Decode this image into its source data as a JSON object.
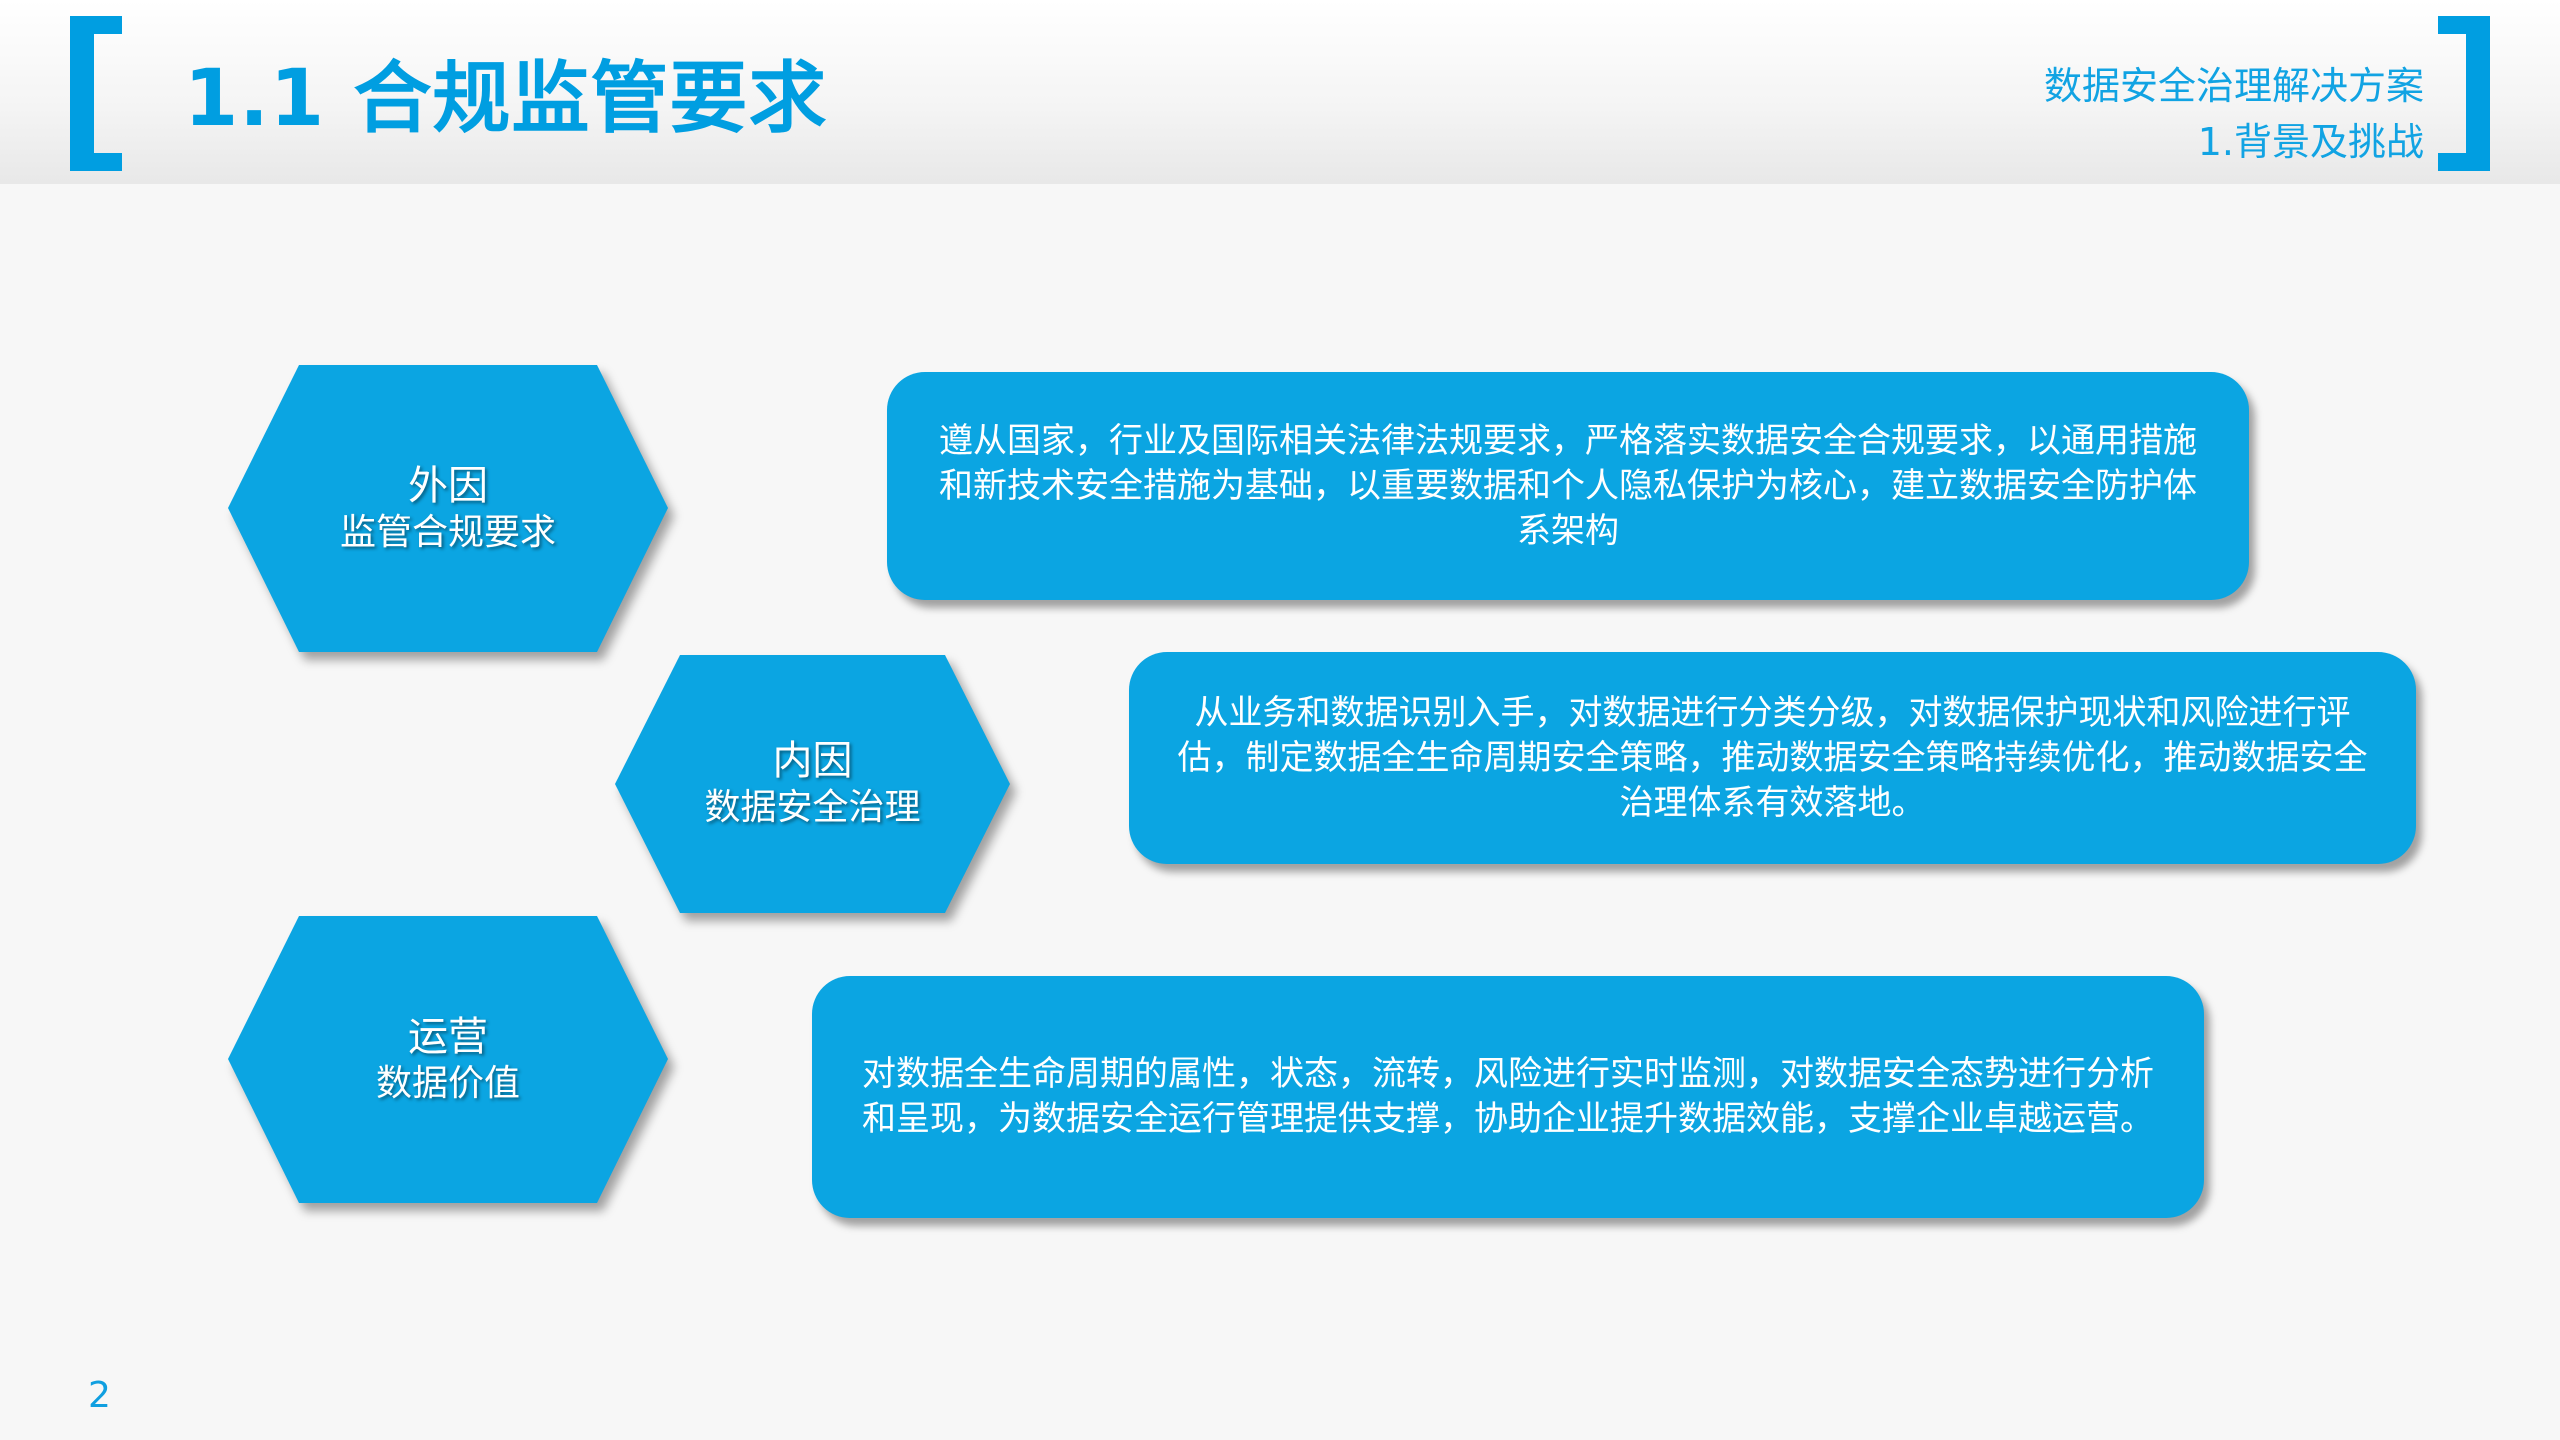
{
  "header": {
    "title": "1.1 合规监管要求",
    "subtitle_line1": "数据安全治理解决方案",
    "subtitle_line2": "1.背景及挑战"
  },
  "items": [
    {
      "label": "外因",
      "sublabel": "监管合规要求",
      "description": "遵从国家，行业及国际相关法律法规要求，严格落实数据安全合规要求，以通用措施和新技术安全措施为基础，以重要数据和个人隐私保护为核心，建立数据安全防护体系架构"
    },
    {
      "label": "内因",
      "sublabel": "数据安全治理",
      "description": "从业务和数据识别入手，对数据进行分类分级，对数据保护现状和风险进行评估，制定数据全生命周期安全策略，推动数据安全策略持续优化，推动数据安全治理体系有效落地。"
    },
    {
      "label": "运营",
      "sublabel": "数据价值",
      "description": "对数据全生命周期的属性，状态，流转，风险进行实时监测，对数据安全态势进行分析和呈现，为数据安全运行管理提供支撑，协助企业提升数据效能，支撑企业卓越运营。"
    }
  ],
  "footer": {
    "page_number": "2"
  },
  "colors": {
    "accent": "#009ee1",
    "shape_fill": "#0ba5e2",
    "background": "#f7f7f7"
  }
}
